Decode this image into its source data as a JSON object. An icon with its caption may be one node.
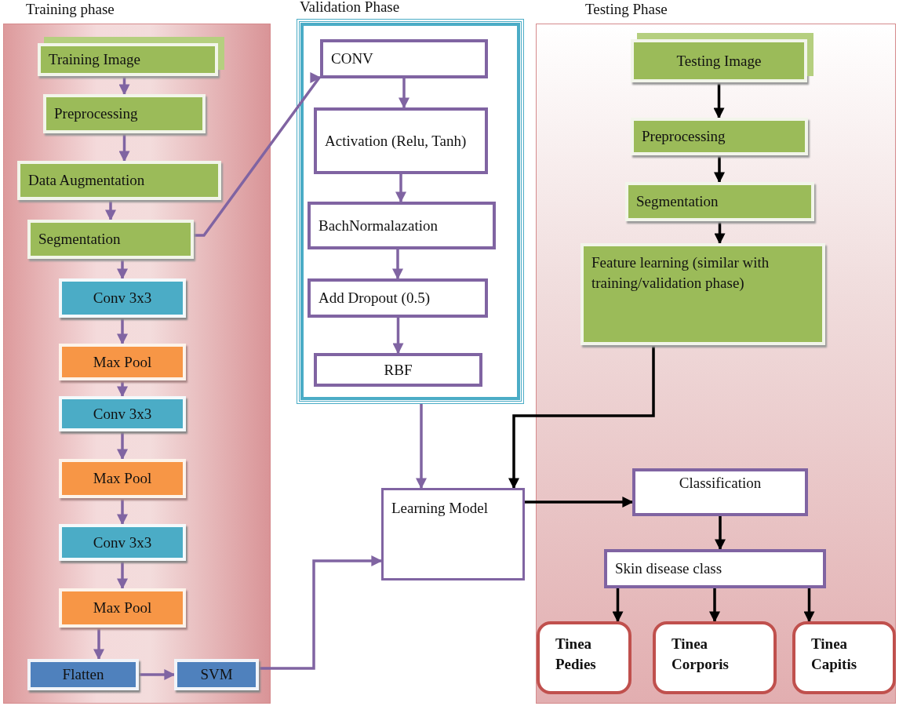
{
  "diagram": {
    "nodes": [
      {
        "text": [
          "Training phase"
        ]
      },
      {
        "text": [
          "Training Image"
        ],
        "in": 0
      },
      {
        "text": [
          "Preprocessing"
        ],
        "in": 0
      },
      {
        "text": [
          "Data Augmentation"
        ],
        "in": 0
      },
      {
        "text": [
          "Segmentation"
        ],
        "in": 0
      },
      {
        "text": [
          "Conv 3x3"
        ],
        "in": 0
      },
      {
        "text": [
          "Max Pool"
        ],
        "in": 0
      },
      {
        "text": [
          "Conv 3x3"
        ],
        "in": 0
      },
      {
        "text": [
          "Max Pool"
        ],
        "in": 0
      },
      {
        "text": [
          "Conv 3x3"
        ],
        "in": 0
      },
      {
        "text": [
          "Max Pool"
        ],
        "in": 0
      },
      {
        "text": [
          "Flatten"
        ],
        "in": 0
      },
      {
        "text": [
          "SVM"
        ],
        "in": 0
      },
      {
        "text": [
          "Validation Phase"
        ]
      },
      {
        "text": [
          "CONV"
        ],
        "in": 13
      },
      {
        "text": [
          "Activation (Relu, Tanh)"
        ],
        "in": 13
      },
      {
        "text": [
          "BachNormalazation"
        ],
        "in": 13
      },
      {
        "text": [
          "Add Dropout (0.5)"
        ],
        "in": 13
      },
      {
        "text": [
          "RBF"
        ],
        "in": 13
      },
      {
        "text": [
          "Learning Model"
        ]
      },
      {
        "text": [
          "Testing Phase"
        ]
      },
      {
        "text": [
          "Testing Image"
        ],
        "in": 20
      },
      {
        "text": [
          "Preprocessing"
        ],
        "in": 20
      },
      {
        "text": [
          "Segmentation"
        ],
        "in": 20
      },
      {
        "text": [
          "Feature learning (similar with training/validation phase)"
        ],
        "in": 20
      },
      {
        "text": [
          "Classification"
        ],
        "in": 20
      },
      {
        "text": [
          "Skin disease class"
        ],
        "in": 20
      },
      {
        "text": [
          "Tinea Pedies"
        ],
        "in": 20
      },
      {
        "text": [
          "Tinea Corporis"
        ],
        "in": 20
      },
      {
        "text": [
          "Tinea Capitis"
        ],
        "in": 20
      }
    ],
    "edges": [
      {
        "from": 1,
        "to": 2,
        "arrow": "to"
      },
      {
        "from": 2,
        "to": 3,
        "arrow": "to"
      },
      {
        "from": 3,
        "to": 4,
        "arrow": "to"
      },
      {
        "from": 4,
        "to": 5,
        "arrow": "to"
      },
      {
        "from": 5,
        "to": 6,
        "arrow": "to"
      },
      {
        "from": 6,
        "to": 7,
        "arrow": "to"
      },
      {
        "from": 7,
        "to": 8,
        "arrow": "to"
      },
      {
        "from": 8,
        "to": 9,
        "arrow": "to"
      },
      {
        "from": 9,
        "to": 10,
        "arrow": "to"
      },
      {
        "from": 10,
        "to": 11,
        "arrow": "to"
      },
      {
        "from": 11,
        "to": 12,
        "arrow": "to"
      },
      {
        "from": 4,
        "to": 14,
        "arrow": "to"
      },
      {
        "from": 14,
        "to": 15,
        "arrow": "to"
      },
      {
        "from": 15,
        "to": 16,
        "arrow": "to"
      },
      {
        "from": 16,
        "to": 17,
        "arrow": "to"
      },
      {
        "from": 17,
        "to": 18,
        "arrow": "to"
      },
      {
        "from": 13,
        "to": 19,
        "arrow": "to"
      },
      {
        "from": 12,
        "to": 19,
        "arrow": "to"
      },
      {
        "from": 21,
        "to": 22,
        "arrow": "to",
        "color": "#000000"
      },
      {
        "from": 22,
        "to": 23,
        "arrow": "to",
        "color": "#000000"
      },
      {
        "from": 23,
        "to": 24,
        "arrow": "to",
        "color": "#000000"
      },
      {
        "from": 24,
        "to": 19,
        "arrow": "to",
        "color": "#000000"
      },
      {
        "from": 19,
        "to": 25,
        "arrow": "to",
        "color": "#000000"
      },
      {
        "from": 25,
        "to": 26,
        "arrow": "to",
        "color": "#000000"
      },
      {
        "from": 26,
        "to": 27,
        "arrow": "to",
        "color": "#000000"
      },
      {
        "from": 26,
        "to": 28,
        "arrow": "to",
        "color": "#000000"
      },
      {
        "from": 26,
        "to": 29,
        "arrow": "to",
        "color": "#000000"
      }
    ]
  }
}
